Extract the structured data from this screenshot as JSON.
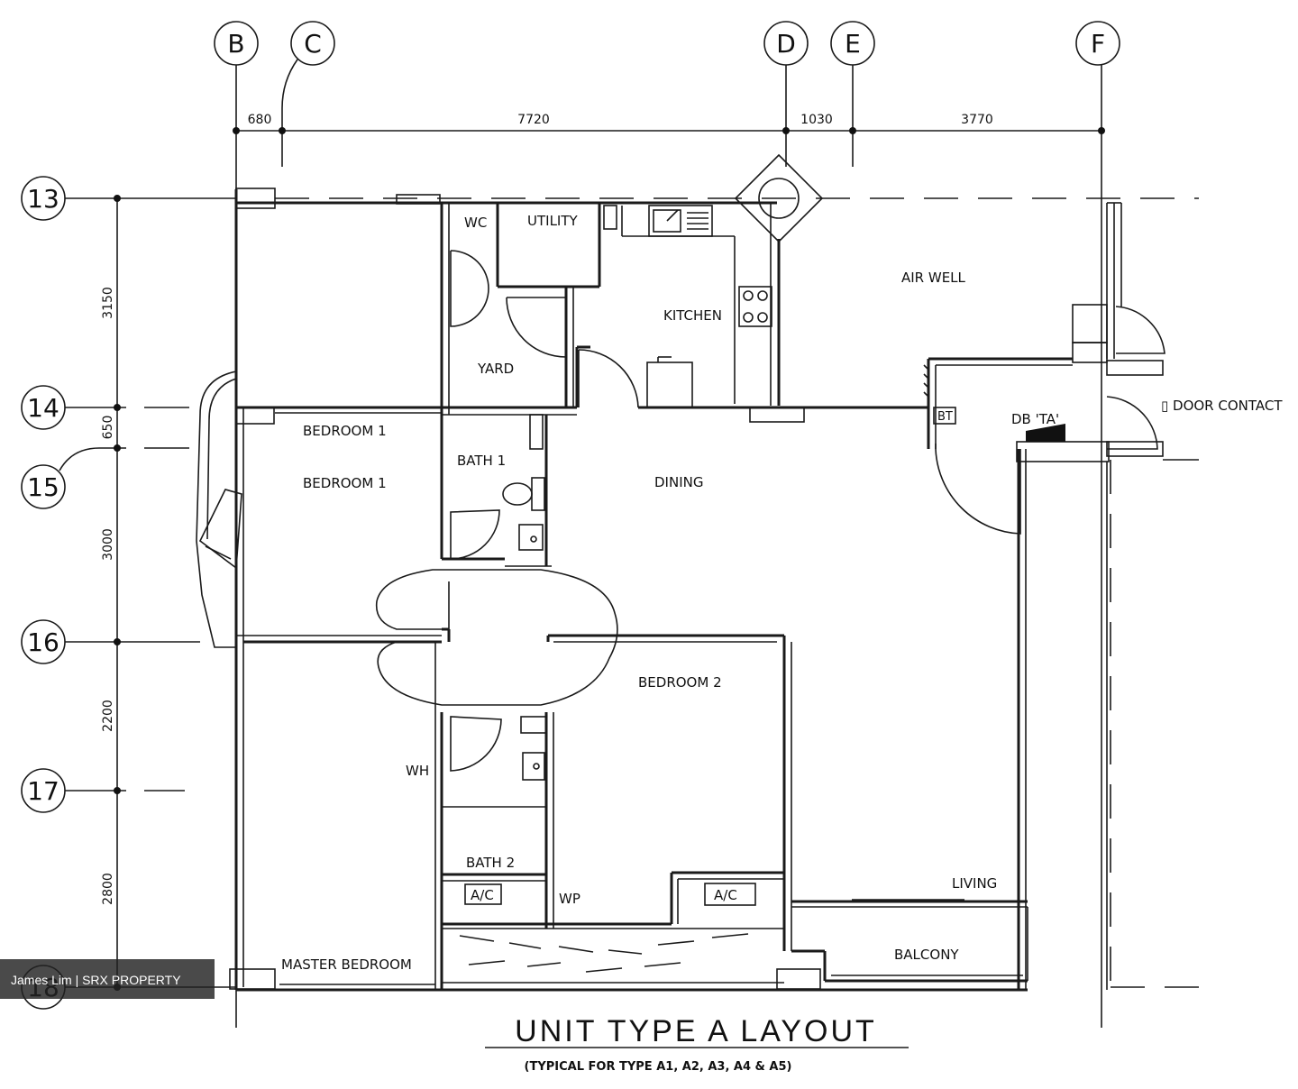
{
  "grid_columns": [
    "B",
    "C",
    "D",
    "E",
    "F"
  ],
  "grid_rows": [
    "13",
    "14",
    "15",
    "16",
    "17",
    "18"
  ],
  "dimensions_horizontal": [
    "680",
    "7720",
    "1030",
    "3770"
  ],
  "dimensions_vertical": [
    "3150",
    "650",
    "3000",
    "2200",
    "2800"
  ],
  "rooms": {
    "wc": "WC",
    "utility": "UTILITY",
    "kitchen": "KITCHEN",
    "yard": "YARD",
    "air_well": "AIR WELL",
    "bedroom1_top": "BEDROOM 1",
    "bedroom1": "BEDROOM 1",
    "bath1": "BATH 1",
    "dining": "DINING",
    "bedroom2": "BEDROOM 2",
    "wh": "WH",
    "bath2": "BATH 2",
    "ac_left": "A/C",
    "ac_right": "A/C",
    "wp": "WP",
    "living": "LIVING",
    "balcony": "BALCONY",
    "master_bedroom": "MASTER BEDROOM",
    "bt": "BT",
    "db": "DB 'TA'",
    "door_contact": "▯ DOOR CONTACT"
  },
  "title": "UNIT TYPE A  LAYOUT",
  "subtitle": "(TYPICAL FOR TYPE A1, A2, A3, A4 & A5)",
  "watermark": "James Lim | SRX PROPERTY"
}
